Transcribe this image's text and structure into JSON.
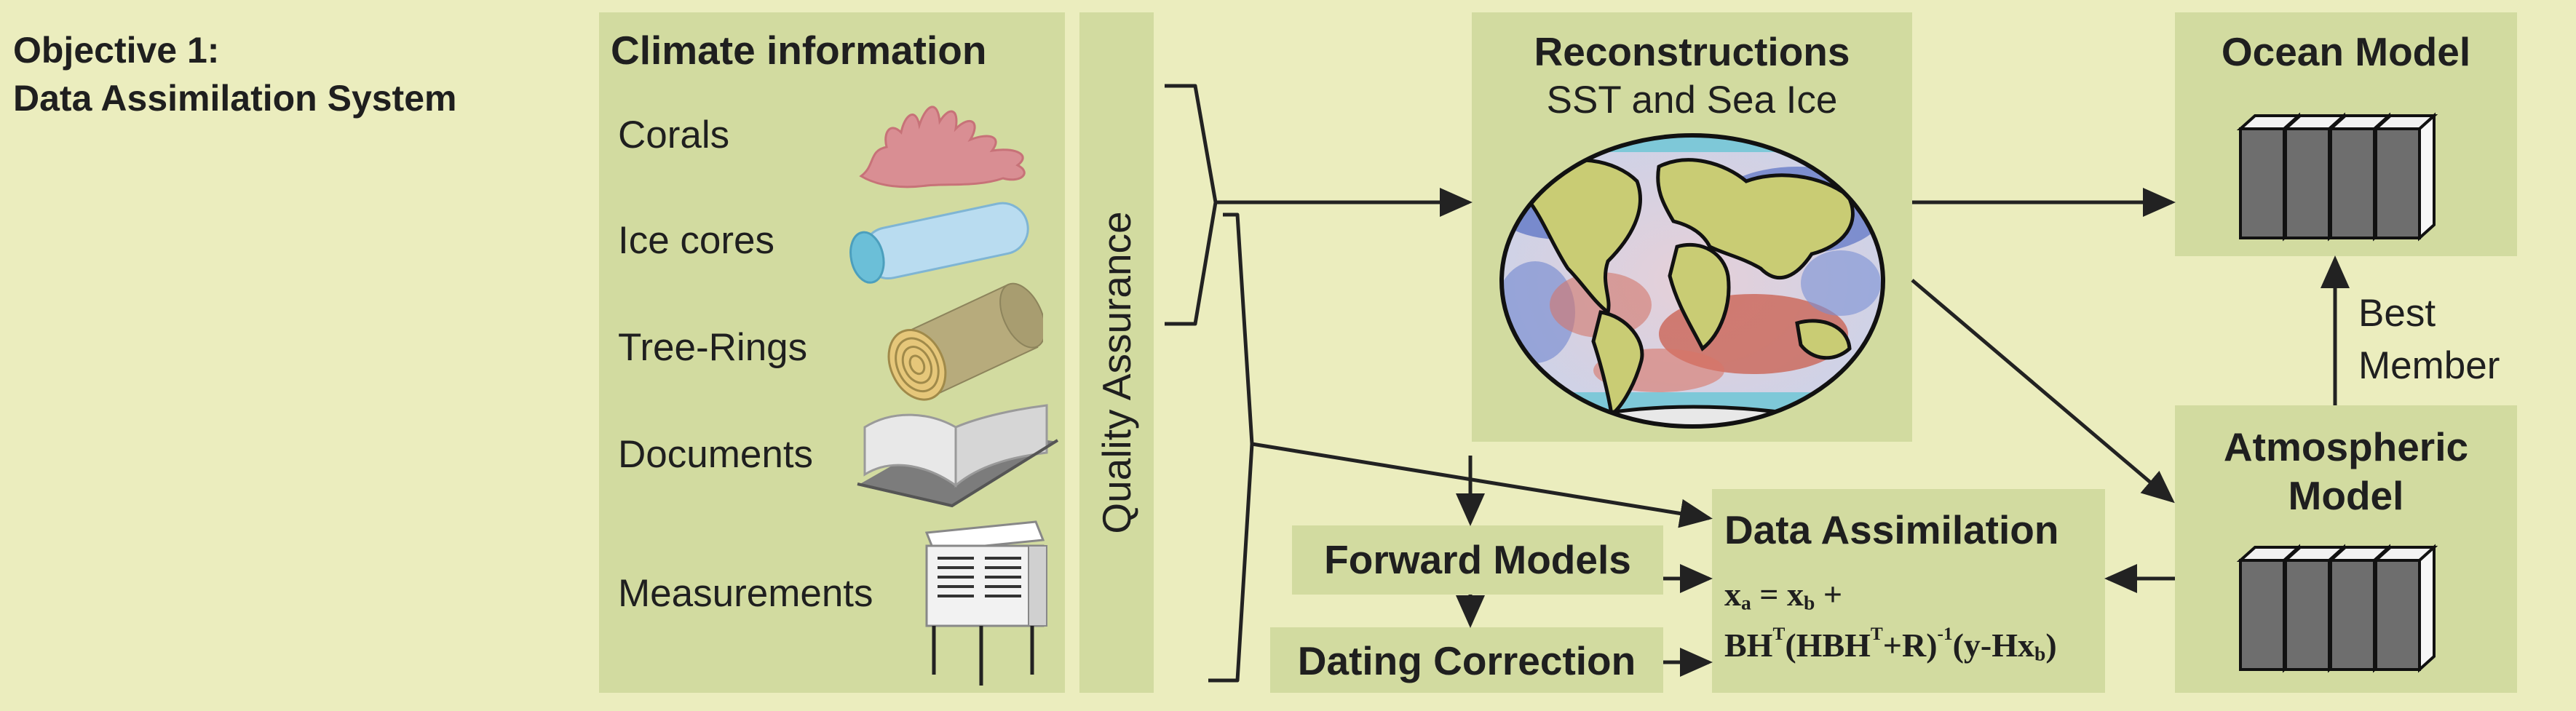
{
  "objective": {
    "line1": "Objective 1:",
    "line2": "Data Assimilation System"
  },
  "climate_info": {
    "title": "Climate information",
    "items": [
      {
        "label": "Corals",
        "icon": "coral-icon"
      },
      {
        "label": "Ice cores",
        "icon": "ice-core-icon"
      },
      {
        "label": "Tree-Rings",
        "icon": "tree-ring-log-icon"
      },
      {
        "label": "Documents",
        "icon": "open-book-icon"
      },
      {
        "label": "Measurements",
        "icon": "weather-station-icon"
      }
    ]
  },
  "quality_assurance": {
    "label": "Quality Assurance"
  },
  "reconstructions": {
    "title": "Reconstructions",
    "subtitle": "SST and Sea Ice",
    "map": "global-sst-map-icon"
  },
  "ocean_model": {
    "title": "Ocean Model"
  },
  "best_member": {
    "line1": "Best",
    "line2": "Member"
  },
  "atmospheric_model": {
    "line1": "Atmospheric",
    "line2": "Model"
  },
  "forward_models": {
    "label": "Forward Models"
  },
  "dating_correction": {
    "label": "Dating Correction"
  },
  "data_assimilation": {
    "title": "Data Assimilation",
    "formula": {
      "xa": "x",
      "xa_sub": "a",
      "eq": " = ",
      "xb": "x",
      "xb_sub": "b",
      "plus": " +",
      "l2_a": "BH",
      "sup_T1": "T",
      "l2_b": "(HBH",
      "sup_T2": "T",
      "l2_c": "+R)",
      "sup_inv": "-1",
      "l2_d": "(y-Hx",
      "hxb_sub": "b",
      "l2_e": ")"
    }
  },
  "colors": {
    "background": "#ebedbe",
    "panel": "#d2dba0",
    "arrow": "#222222",
    "ocean_blue": "#3f5fb0",
    "ocean_red": "#c85a4a",
    "land": "#c9cc74"
  }
}
